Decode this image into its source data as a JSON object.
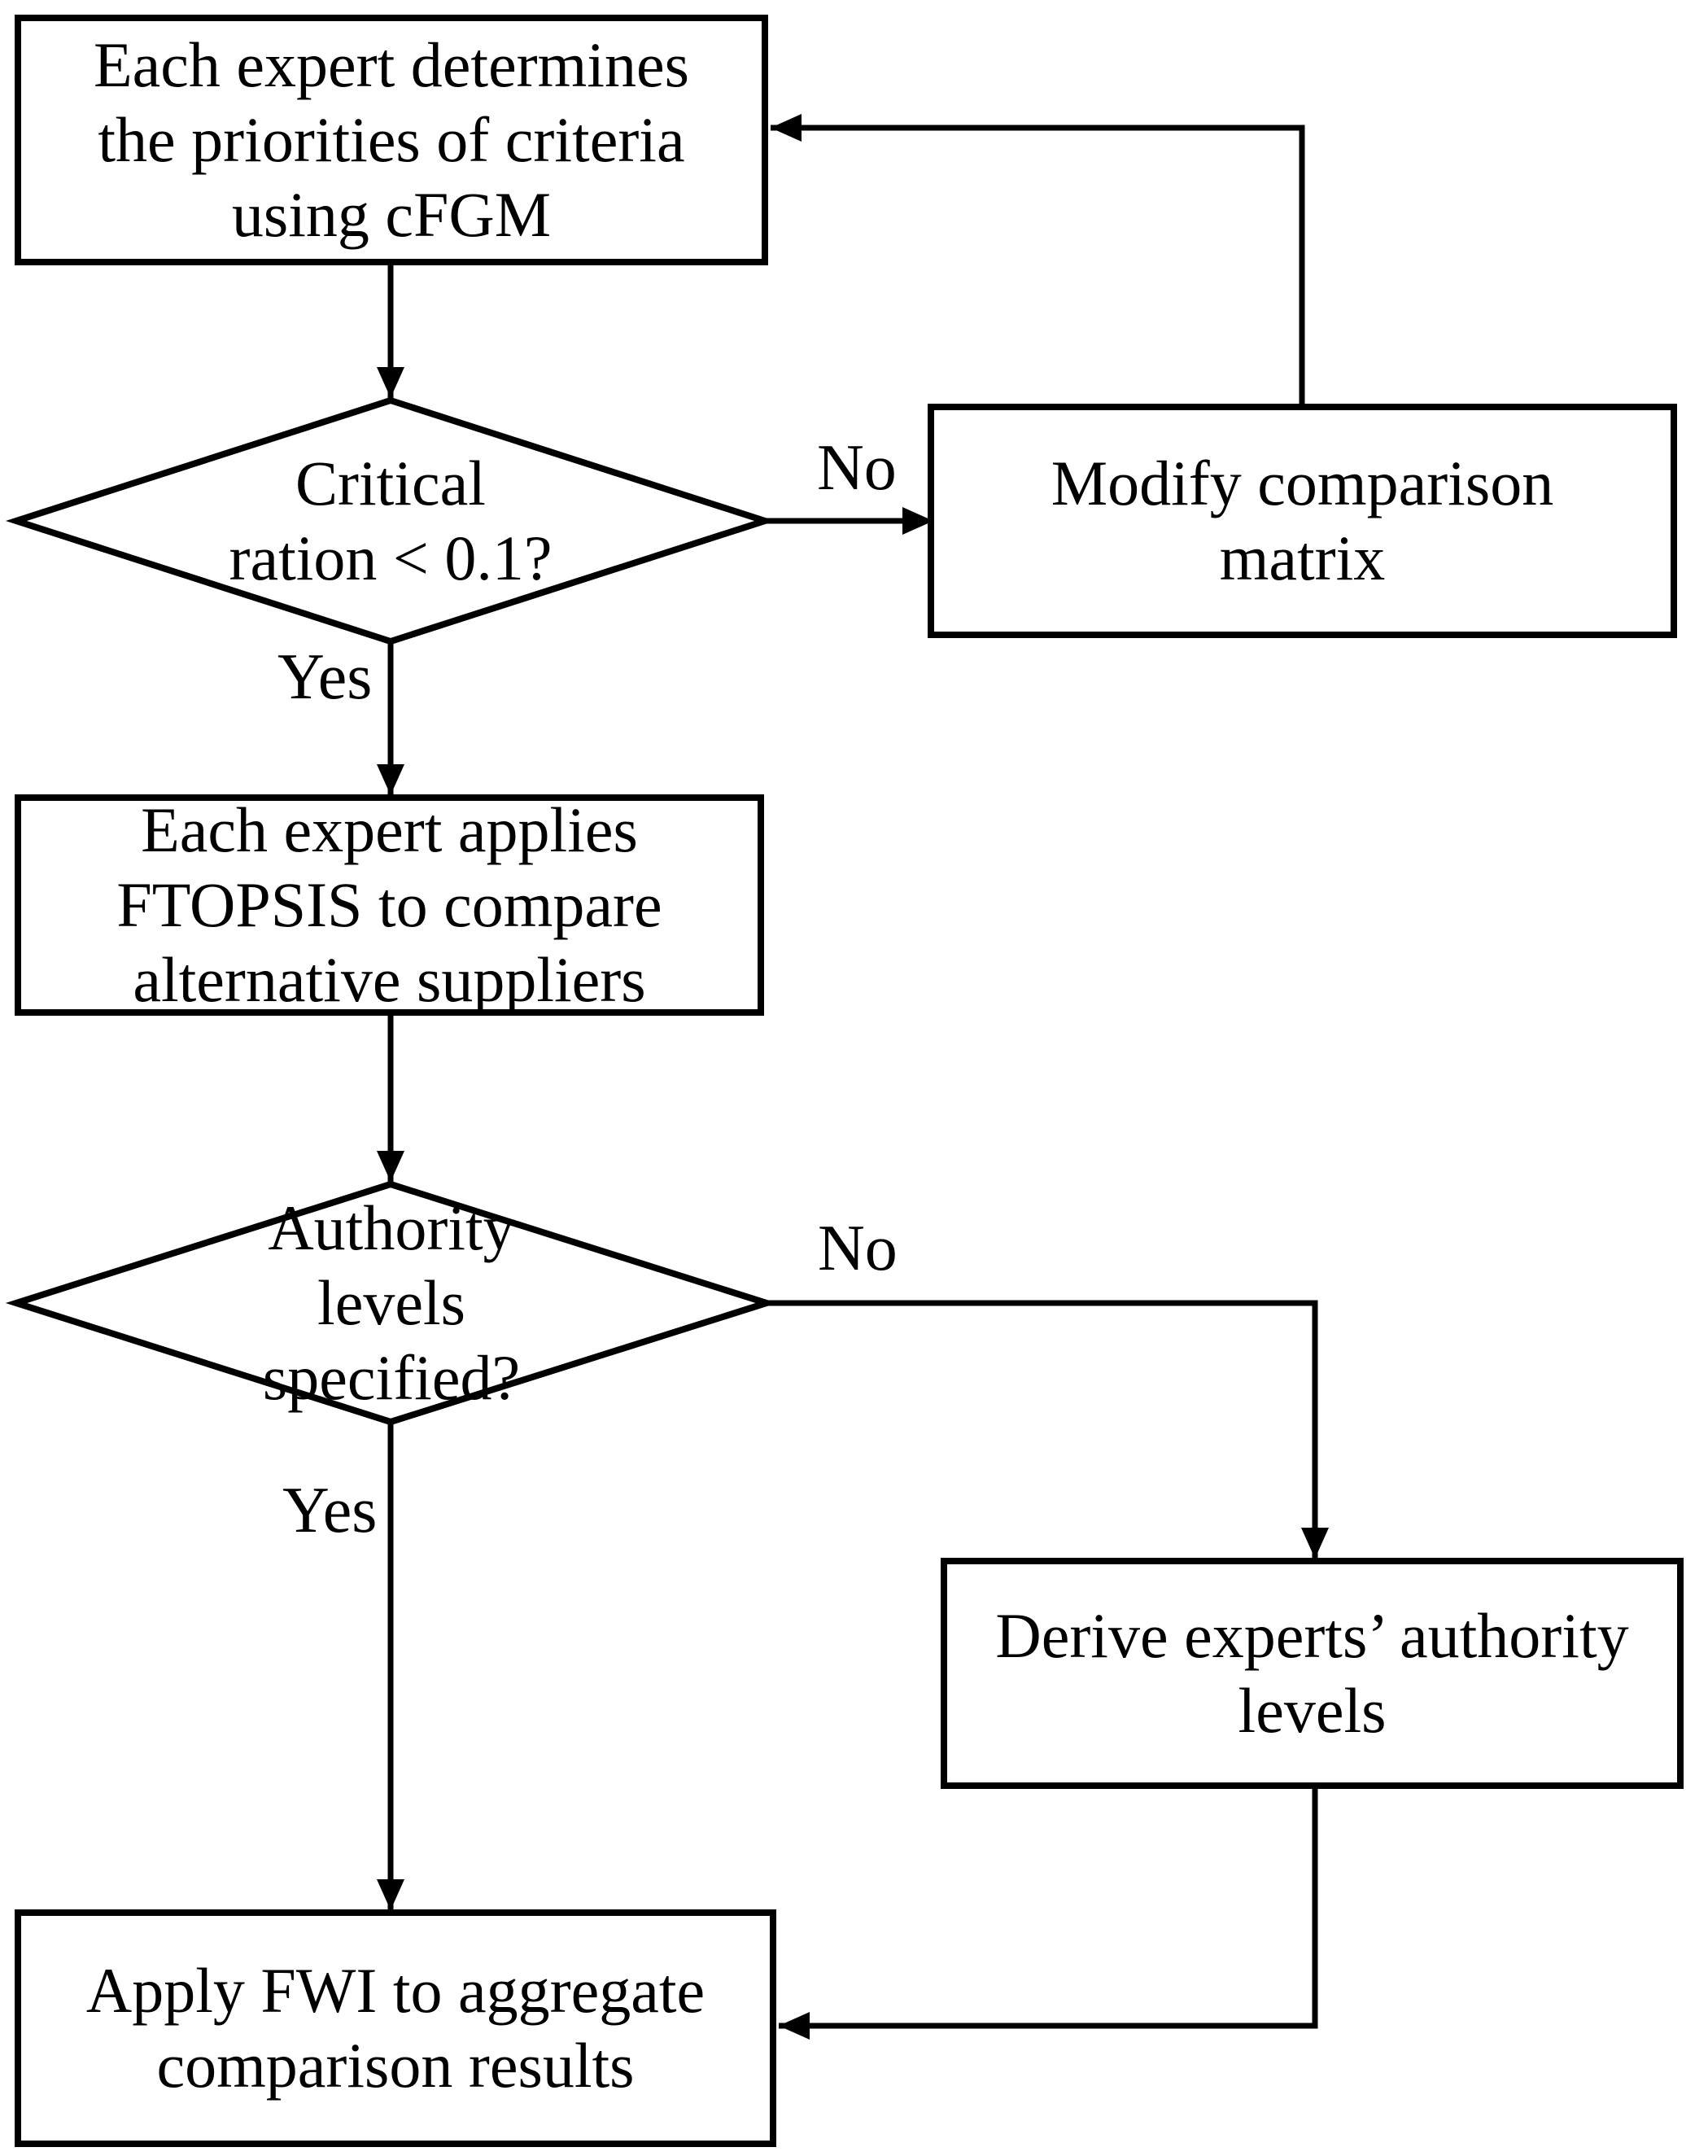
{
  "colors": {
    "background": "#ffffff",
    "line": "#000000",
    "text": "#000000"
  },
  "nodes": {
    "determine_priorities": {
      "type": "process",
      "label": "Each expert determines\nthe priorities of criteria\nusing cFGM"
    },
    "consistency_check": {
      "type": "decision",
      "label": "Critical\nration < 0.1?"
    },
    "modify_matrix": {
      "type": "process",
      "label": "Modify comparison\nmatrix"
    },
    "apply_ftopsis": {
      "type": "process",
      "label": "Each expert applies\nFTOPSIS to compare\nalternative suppliers"
    },
    "authority_check": {
      "type": "decision",
      "label": "Authority\nlevels\nspecified?"
    },
    "derive_authority": {
      "type": "process",
      "label": "Derive experts’ authority\nlevels"
    },
    "apply_fwi": {
      "type": "process",
      "label": "Apply FWI to aggregate\ncomparison results"
    }
  },
  "edge_labels": {
    "consistency_no": "No",
    "consistency_yes": "Yes",
    "authority_no": "No",
    "authority_yes": "Yes"
  }
}
